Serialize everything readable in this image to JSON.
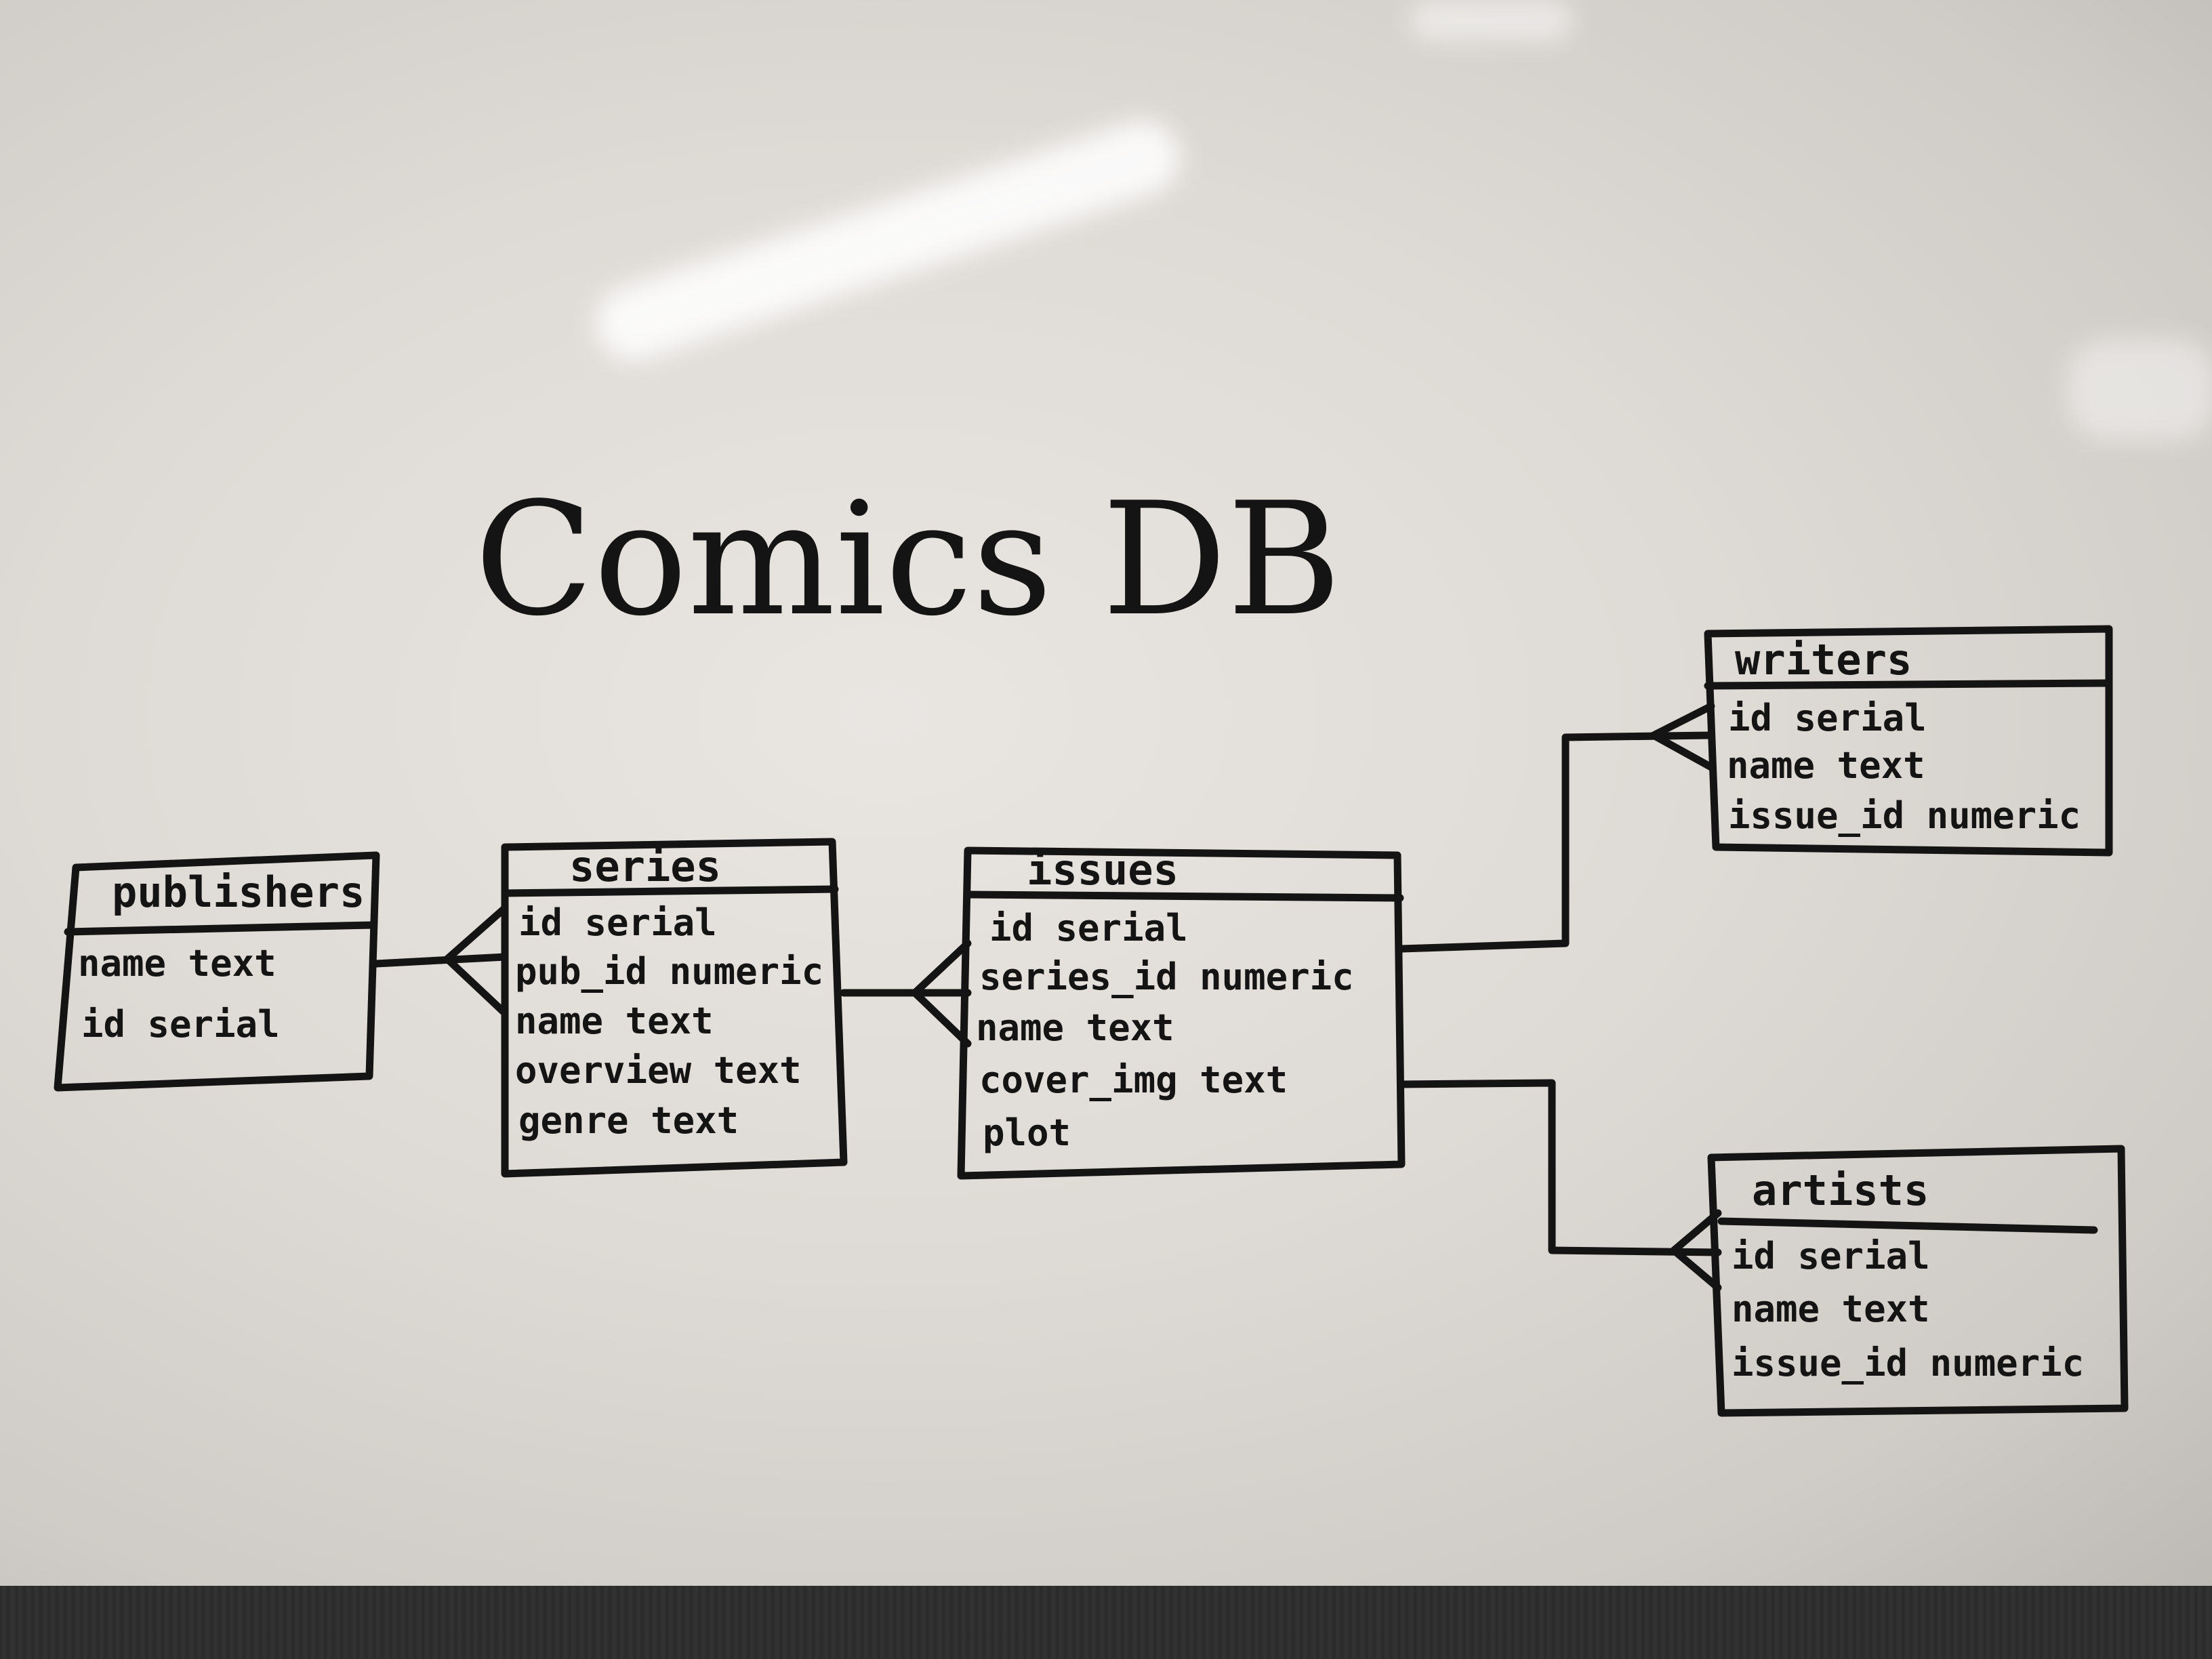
{
  "title": "Comics DB",
  "tables": {
    "publishers": {
      "name": "publishers",
      "fields": [
        "name text",
        "id serial"
      ]
    },
    "series": {
      "name": "series",
      "fields": [
        "id serial",
        "pub_id numeric",
        "name text",
        "overview text",
        "genre text"
      ]
    },
    "issues": {
      "name": "issues",
      "fields": [
        "id serial",
        "series_id numeric",
        "name text",
        "cover_img text",
        "plot"
      ]
    },
    "writers": {
      "name": "writers",
      "fields": [
        "id serial",
        "name text",
        "issue_id numeric"
      ]
    },
    "artists": {
      "name": "artists",
      "fields": [
        "id serial",
        "name text",
        "issue_id numeric"
      ]
    }
  },
  "relationships": [
    {
      "from": "publishers",
      "to": "series",
      "type": "one-to-many"
    },
    {
      "from": "series",
      "to": "issues",
      "type": "one-to-many"
    },
    {
      "from": "issues",
      "to": "writers",
      "type": "one-to-many"
    },
    {
      "from": "issues",
      "to": "artists",
      "type": "one-to-many"
    }
  ]
}
